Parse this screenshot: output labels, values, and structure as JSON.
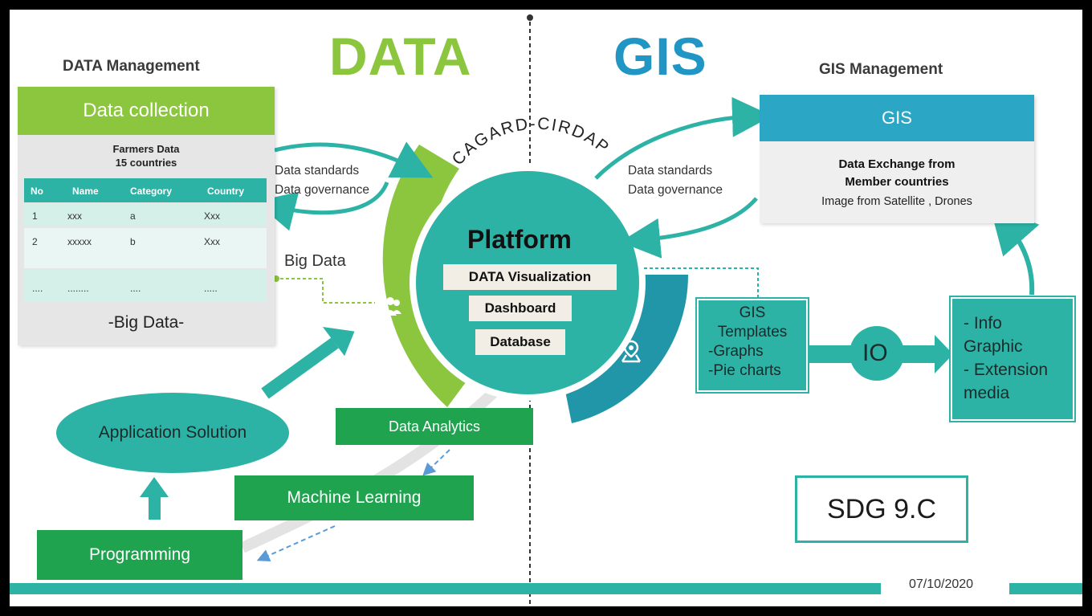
{
  "titles": {
    "data": "DATA",
    "gis": "GIS",
    "arc": "CAGARD-CIRDAP"
  },
  "data_management": {
    "heading": "DATA Management",
    "box_title": "Data collection",
    "farmers_line1": "Farmers Data",
    "farmers_line2": "15 countries",
    "table": {
      "headers": [
        "No",
        "Name",
        "Category",
        "Country"
      ],
      "rows": [
        [
          "1",
          "xxx",
          "a",
          "Xxx"
        ],
        [
          "2",
          "xxxxx",
          "b",
          "Xxx"
        ],
        [
          "....",
          "........",
          "....",
          "....."
        ]
      ]
    },
    "footer": "-Big Data-"
  },
  "left_standards": {
    "line1": "Data standards",
    "line2": "Data governance"
  },
  "right_standards": {
    "line1": "Data standards",
    "line2": "Data governance"
  },
  "big_data_label": "Big Data",
  "platform": {
    "title": "Platform",
    "items": [
      "DATA Visualization",
      "Dashboard",
      "Database"
    ]
  },
  "gis_management": {
    "heading": "GIS Management",
    "box_title": "GIS",
    "line1": "Data Exchange from",
    "line2": "Member countries",
    "line3": "Image from Satellite , Drones"
  },
  "gis_templates": {
    "line1": "GIS",
    "line2": "Templates",
    "line3": "-Graphs",
    "line4": "-Pie charts"
  },
  "io_label": "IO",
  "info_box": {
    "line1": "- Info",
    "line2": "Graphic",
    "line3": "- Extension",
    "line4": "media"
  },
  "application_solution": "Application Solution",
  "data_analytics": "Data Analytics",
  "machine_learning": "Machine Learning",
  "programming": "Programming",
  "sdg": "SDG 9.C",
  "date": "07/10/2020",
  "icons": {
    "people": "people-group-icon",
    "map": "map-pin-icon"
  },
  "colors": {
    "green": "#8cc63f",
    "dark_green": "#1fa34f",
    "teal": "#2db3a5",
    "teal_dark": "#2196a8",
    "title_blue": "#2196c4"
  }
}
